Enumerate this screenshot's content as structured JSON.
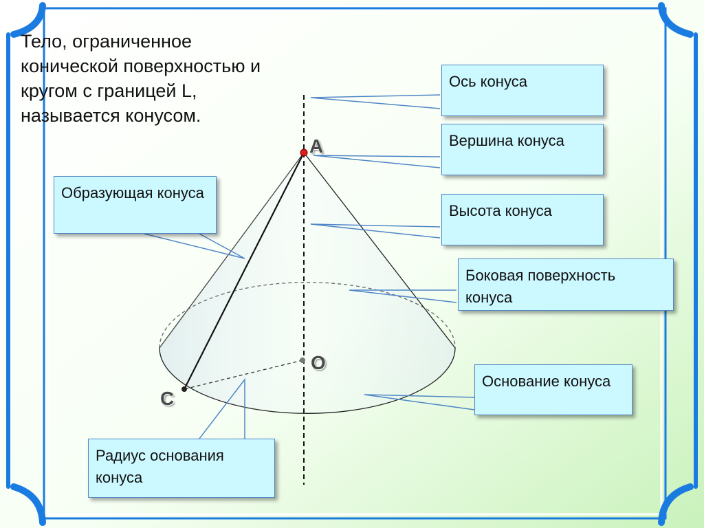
{
  "intro_text": "Тело, ограниченное\nконической поверхностью и\nкругом с границей L,\nназывается конусом.",
  "callouts": {
    "axis": "Ось конуса",
    "apex": "Вершина конуса",
    "height": "Высота конуса",
    "generatrix": "Образующая конуса",
    "lateral_surface": "Боковая поверхность конуса",
    "base": "Основание конуса",
    "base_radius": "Радиус основания конуса"
  },
  "points": {
    "apex": "A",
    "center": "O",
    "base_point": "C"
  },
  "colors": {
    "callout_fill": "#ccf8ff",
    "callout_border": "#4f86c6",
    "frame": "#1a7be0",
    "apex_point": "#e01b1b"
  }
}
